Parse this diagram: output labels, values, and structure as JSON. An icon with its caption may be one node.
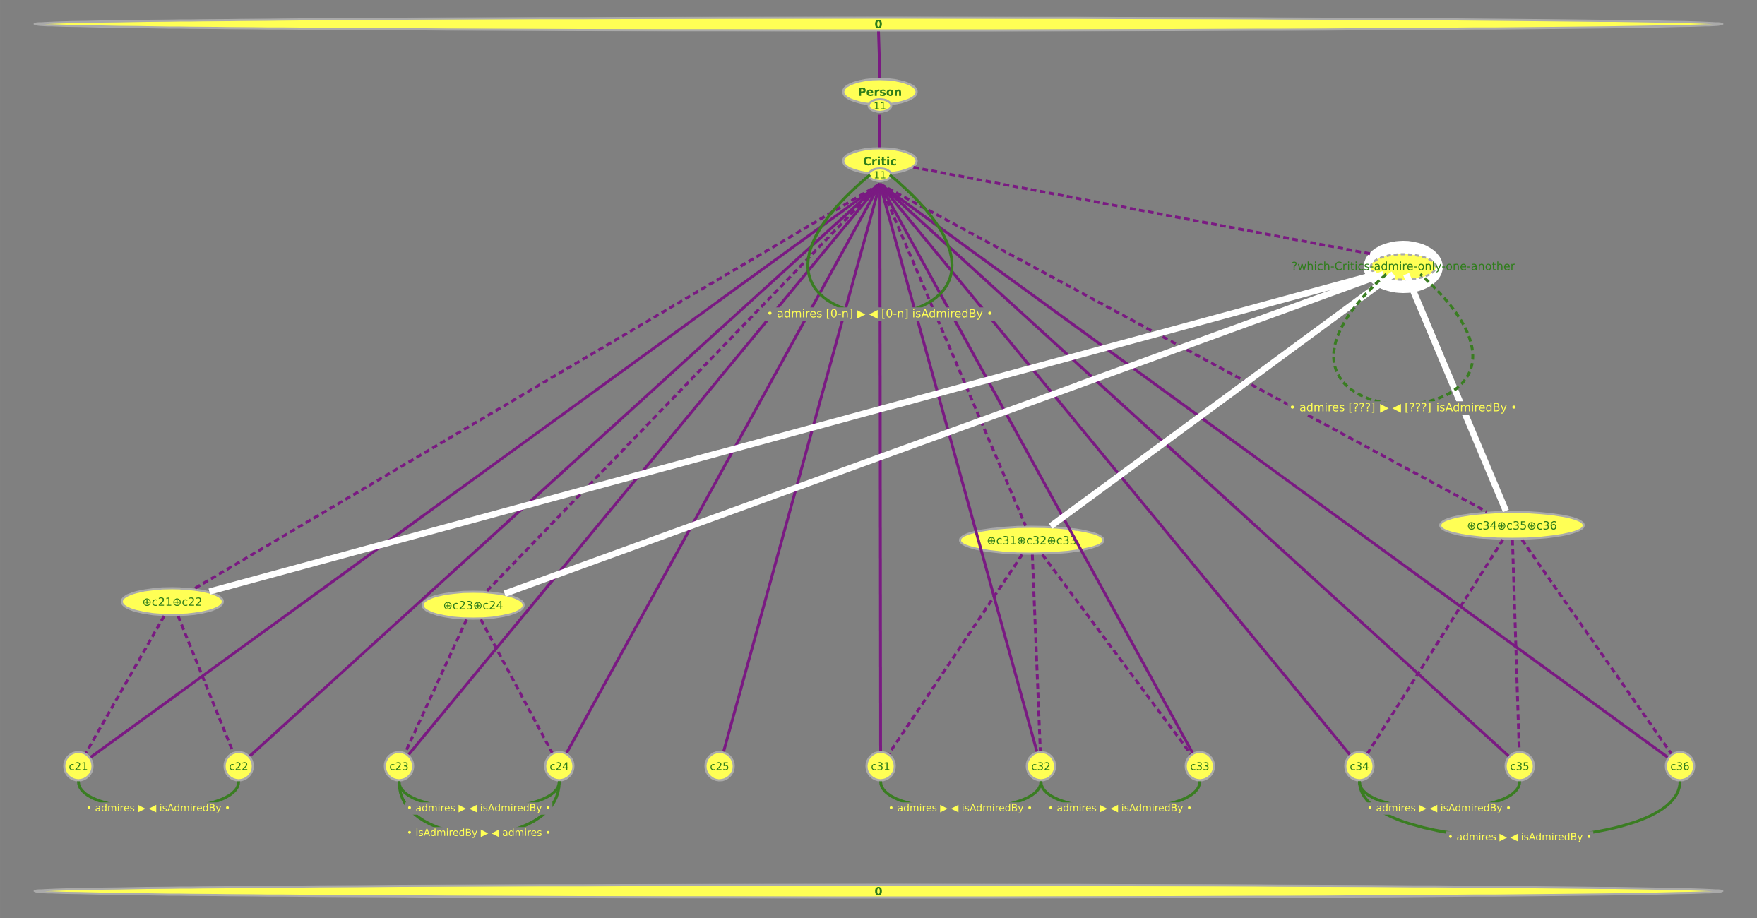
{
  "diagram": {
    "nodes": [
      {
        "text": [
          "0"
        ]
      },
      {
        "text": [
          "Person",
          "11"
        ]
      },
      {
        "text": [
          "Critic",
          "11"
        ]
      },
      {
        "text": [
          "?which-Critics-admire-only-one-another"
        ]
      },
      {
        "text": [
          "⊕c21⊕c22"
        ]
      },
      {
        "text": [
          "⊕c23⊕c24"
        ]
      },
      {
        "text": [
          "⊕c31⊕c32⊕c33"
        ]
      },
      {
        "text": [
          "⊕c34⊕c35⊕c36"
        ]
      },
      {
        "text": [
          "c21"
        ]
      },
      {
        "text": [
          "c22"
        ]
      },
      {
        "text": [
          "c23"
        ]
      },
      {
        "text": [
          "c24"
        ]
      },
      {
        "text": [
          "c25"
        ]
      },
      {
        "text": [
          "c31"
        ]
      },
      {
        "text": [
          "c32"
        ]
      },
      {
        "text": [
          "c33"
        ]
      },
      {
        "text": [
          "c34"
        ]
      },
      {
        "text": [
          "c35"
        ]
      },
      {
        "text": [
          "c36"
        ]
      },
      {
        "text": [
          "0"
        ]
      }
    ],
    "edges": [
      {
        "from": 0,
        "to": 1,
        "arrow": "none"
      },
      {
        "from": 1,
        "to": 2,
        "arrow": "none"
      },
      {
        "from": 2,
        "to": 3,
        "arrow": "none",
        "style": "dashed"
      },
      {
        "from": 2,
        "to": 4,
        "arrow": "none",
        "style": "dashed"
      },
      {
        "from": 2,
        "to": 5,
        "arrow": "none",
        "style": "dashed"
      },
      {
        "from": 2,
        "to": 6,
        "arrow": "none",
        "style": "dashed"
      },
      {
        "from": 2,
        "to": 7,
        "arrow": "none",
        "style": "dashed"
      },
      {
        "from": 2,
        "to": 8,
        "arrow": "none"
      },
      {
        "from": 2,
        "to": 9,
        "arrow": "none"
      },
      {
        "from": 2,
        "to": 10,
        "arrow": "none"
      },
      {
        "from": 2,
        "to": 11,
        "arrow": "none"
      },
      {
        "from": 2,
        "to": 12,
        "arrow": "none"
      },
      {
        "from": 2,
        "to": 13,
        "arrow": "none"
      },
      {
        "from": 2,
        "to": 14,
        "arrow": "none"
      },
      {
        "from": 2,
        "to": 15,
        "arrow": "none"
      },
      {
        "from": 2,
        "to": 16,
        "arrow": "none"
      },
      {
        "from": 2,
        "to": 17,
        "arrow": "none"
      },
      {
        "from": 2,
        "to": 18,
        "arrow": "none"
      },
      {
        "from": 2,
        "to": 2,
        "arrow": "none",
        "label": "• admires [0-n] ▶ ◀ [0-n] isAdmiredBy •",
        "color": "#3a7d22"
      },
      {
        "from": 3,
        "to": 4,
        "arrow": "none",
        "style": "thick",
        "color": "#ffffff"
      },
      {
        "from": 3,
        "to": 5,
        "arrow": "none",
        "style": "thick",
        "color": "#ffffff"
      },
      {
        "from": 3,
        "to": 6,
        "arrow": "none",
        "style": "thick",
        "color": "#ffffff"
      },
      {
        "from": 3,
        "to": 7,
        "arrow": "none",
        "style": "thick",
        "color": "#ffffff"
      },
      {
        "from": 3,
        "to": 3,
        "arrow": "none",
        "label": "• admires [???] ▶ ◀ [???] isAdmiredBy •",
        "style": "dashed",
        "color": "#3a7d22"
      },
      {
        "from": 4,
        "to": 8,
        "arrow": "none",
        "style": "dashed"
      },
      {
        "from": 4,
        "to": 9,
        "arrow": "none",
        "style": "dashed"
      },
      {
        "from": 5,
        "to": 10,
        "arrow": "none",
        "style": "dashed"
      },
      {
        "from": 5,
        "to": 11,
        "arrow": "none",
        "style": "dashed"
      },
      {
        "from": 6,
        "to": 13,
        "arrow": "none",
        "style": "dashed"
      },
      {
        "from": 6,
        "to": 14,
        "arrow": "none",
        "style": "dashed"
      },
      {
        "from": 6,
        "to": 15,
        "arrow": "none",
        "style": "dashed"
      },
      {
        "from": 7,
        "to": 16,
        "arrow": "none",
        "style": "dashed"
      },
      {
        "from": 7,
        "to": 17,
        "arrow": "none",
        "style": "dashed"
      },
      {
        "from": 7,
        "to": 18,
        "arrow": "none",
        "style": "dashed"
      },
      {
        "from": 8,
        "to": 9,
        "arrow": "none",
        "label": "• admires ▶ ◀ isAdmiredBy •",
        "color": "#3a7d22"
      },
      {
        "from": 10,
        "to": 11,
        "arrow": "none",
        "label": "• admires ▶ ◀ isAdmiredBy •",
        "color": "#3a7d22"
      },
      {
        "from": 10,
        "to": 11,
        "arrow": "none",
        "label": "• isAdmiredBy ▶ ◀ admires •",
        "color": "#3a7d22"
      },
      {
        "from": 13,
        "to": 14,
        "arrow": "none",
        "label": "• admires ▶ ◀ isAdmiredBy •",
        "color": "#3a7d22"
      },
      {
        "from": 14,
        "to": 15,
        "arrow": "none",
        "label": "• admires ▶ ◀ isAdmiredBy •",
        "color": "#3a7d22"
      },
      {
        "from": 16,
        "to": 17,
        "arrow": "none",
        "label": "• admires ▶ ◀ isAdmiredBy •",
        "color": "#3a7d22"
      },
      {
        "from": 16,
        "to": 18,
        "arrow": "none",
        "label": "• admires ▶ ◀ isAdmiredBy •",
        "color": "#3a7d22"
      }
    ]
  }
}
